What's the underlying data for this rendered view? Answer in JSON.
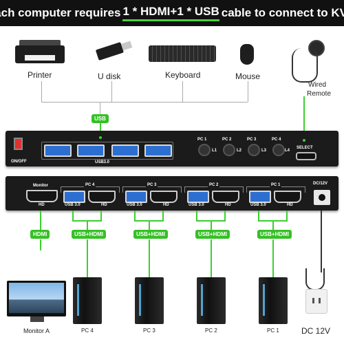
{
  "header": {
    "part1": "Each computer requires",
    "highlight": "1 * HDMI+1 * USB",
    "part2": "cable to connect to KVM"
  },
  "devices": {
    "printer": "Printer",
    "udisk": "U disk",
    "keyboard": "Keyboard",
    "mouse": "Mouse",
    "remote_1": "Wired",
    "remote_2": "Remote"
  },
  "tags": {
    "usb": "USB",
    "hdmi": "HDMI",
    "usb_hdmi": "USB+HDMI"
  },
  "front": {
    "on_off": "ON/OFF",
    "usb30": "USB3.0",
    "select": "SELECT",
    "pc_buttons": [
      "PC 1",
      "PC 2",
      "PC 3",
      "PC 4"
    ],
    "leds": [
      "L1",
      "L2",
      "L3",
      "L4"
    ]
  },
  "back": {
    "monitor": "Monitor",
    "hd": "HD",
    "usb30": "USB 3.0",
    "dc": "DC/12V",
    "pc_groups": [
      "PC 4",
      "PC 3",
      "PC 2",
      "PC 1"
    ]
  },
  "bottom": {
    "monitor_a": "Monitor A",
    "pcs": [
      "PC 4",
      "PC 3",
      "PC 2",
      "PC 1"
    ],
    "dc12v": "DC 12V"
  },
  "colors": {
    "accent": "#35c025",
    "usb_port": "#2c6fd1",
    "device": "#1b1b1b"
  }
}
